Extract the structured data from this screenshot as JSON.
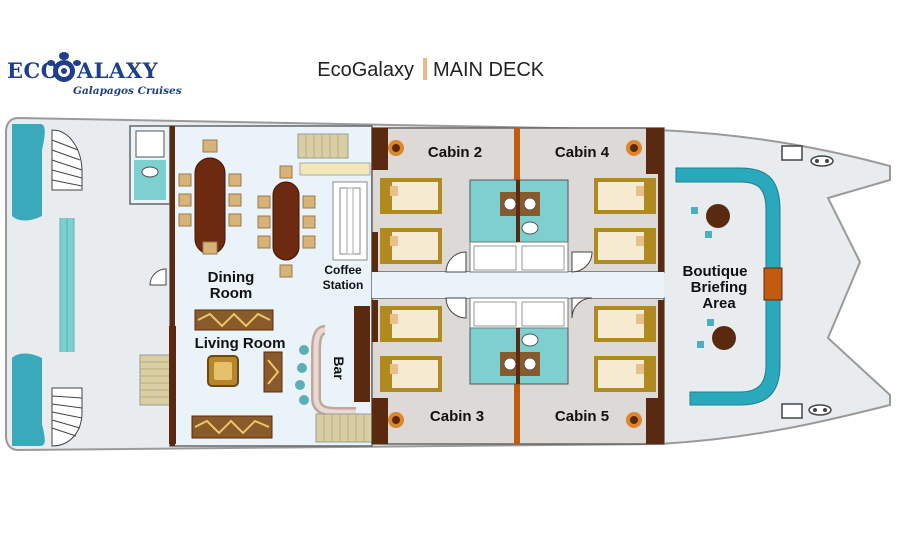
{
  "logo": {
    "brand_left": "ECO",
    "brand_right": "ALAXY",
    "tagline": "Galapagos Cruises"
  },
  "header": {
    "ship": "EcoGalaxy",
    "deck": "MAIN DECK"
  },
  "rooms": {
    "cabin_2": "Cabin 2",
    "cabin_3": "Cabin 3",
    "cabin_4": "Cabin 4",
    "cabin_5": "Cabin 5",
    "dining_line1": "Dining",
    "dining_line2": "Room",
    "coffee_line1": "Coffee",
    "coffee_line2": "Station",
    "living": "Living Room",
    "bar": "Bar",
    "boutique_line1": "Boutique",
    "boutique_line2": "Briefing",
    "boutique_line3": "Area"
  },
  "colors": {
    "brand_blue": "#1e3f8a",
    "divider_tan": "#e8b98a",
    "hull_gray": "#e9ecee",
    "floor_blue": "#eaf3f9",
    "cabin_floor": "#ddd9d6",
    "wall_brown": "#5a2a10",
    "bed_gold": "#b08a1e",
    "bath_teal": "#7ecfd0",
    "pool_teal": "#2aa9bd"
  }
}
